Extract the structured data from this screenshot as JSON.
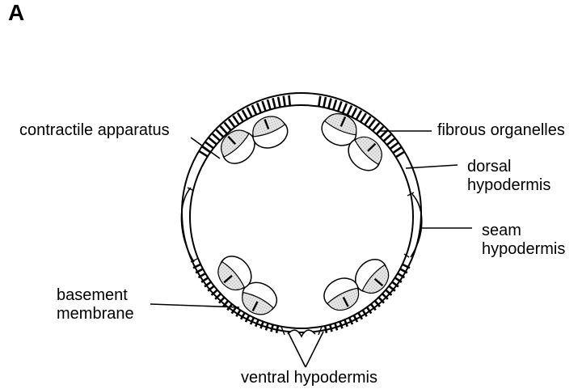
{
  "figure": {
    "panel_letter": "A",
    "labels": {
      "contractile_apparatus": "contractile apparatus",
      "fibrous_organelles": "fibrous organelles",
      "dorsal_hypodermis": [
        "dorsal",
        "hypodermis"
      ],
      "seam_hypodermis": [
        "seam",
        "hypodermis"
      ],
      "basement_membrane": [
        "basement",
        "membrane"
      ],
      "ventral_hypodermis": "ventral hypodermis"
    }
  }
}
